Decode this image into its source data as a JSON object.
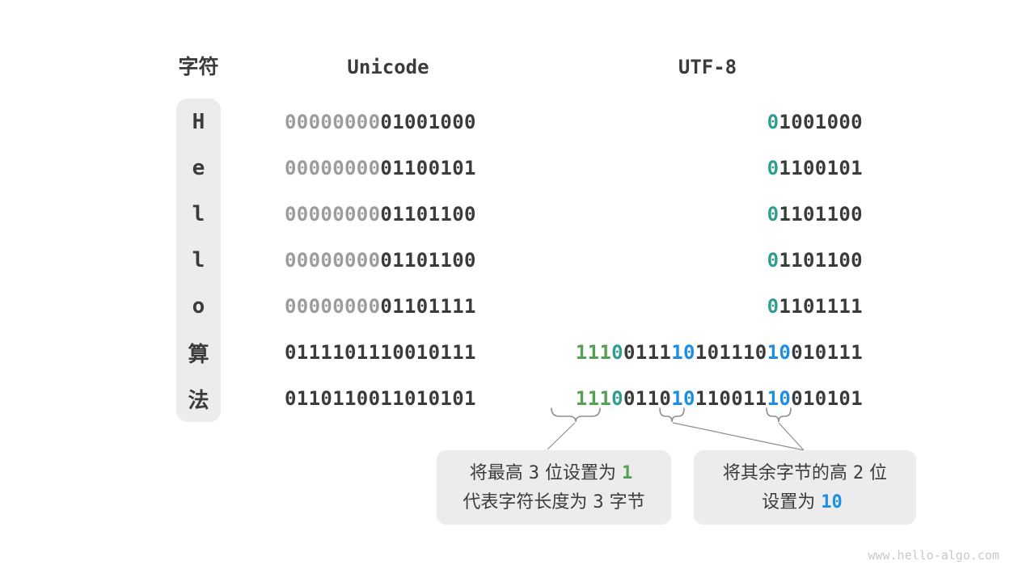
{
  "headers": {
    "char": "字符",
    "unicode": "Unicode",
    "utf8": "UTF-8"
  },
  "colors": {
    "dark": "#3B3B3B",
    "gray": "#9C9C9C",
    "green": "#55A052",
    "teal": "#2F9E8F",
    "blue": "#1E8EE3",
    "box_bg": "#ECECEC",
    "line": "#8E8E8E",
    "watermark": "#C9C9C9"
  },
  "rows": [
    {
      "char": "H",
      "unicode": [
        [
          [
            "00000000",
            "gray"
          ],
          [
            "01001000",
            "dark"
          ]
        ]
      ],
      "utf8": [
        [
          [
            "0",
            "teal"
          ],
          [
            "1001000",
            "dark"
          ]
        ]
      ]
    },
    {
      "char": "e",
      "unicode": [
        [
          [
            "00000000",
            "gray"
          ],
          [
            "01100101",
            "dark"
          ]
        ]
      ],
      "utf8": [
        [
          [
            "0",
            "teal"
          ],
          [
            "1100101",
            "dark"
          ]
        ]
      ]
    },
    {
      "char": "l",
      "unicode": [
        [
          [
            "00000000",
            "gray"
          ],
          [
            "01101100",
            "dark"
          ]
        ]
      ],
      "utf8": [
        [
          [
            "0",
            "teal"
          ],
          [
            "1101100",
            "dark"
          ]
        ]
      ]
    },
    {
      "char": "l",
      "unicode": [
        [
          [
            "00000000",
            "gray"
          ],
          [
            "01101100",
            "dark"
          ]
        ]
      ],
      "utf8": [
        [
          [
            "0",
            "teal"
          ],
          [
            "1101100",
            "dark"
          ]
        ]
      ]
    },
    {
      "char": "o",
      "unicode": [
        [
          [
            "00000000",
            "gray"
          ],
          [
            "01101111",
            "dark"
          ]
        ]
      ],
      "utf8": [
        [
          [
            "0",
            "teal"
          ],
          [
            "1101111",
            "dark"
          ]
        ]
      ]
    },
    {
      "char": "算",
      "unicode": [
        [
          [
            "01111011",
            "dark"
          ],
          [
            "10010111",
            "dark"
          ]
        ]
      ],
      "utf8": [
        [
          [
            "111",
            "green"
          ],
          [
            "0",
            "teal"
          ],
          [
            "0111",
            "dark"
          ]
        ],
        [
          [
            "10",
            "blue"
          ],
          [
            "101110",
            "dark"
          ]
        ],
        [
          [
            "10",
            "blue"
          ],
          [
            "010111",
            "dark"
          ]
        ]
      ]
    },
    {
      "char": "法",
      "unicode": [
        [
          [
            "01101100",
            "dark"
          ],
          [
            "11010101",
            "dark"
          ]
        ]
      ],
      "utf8": [
        [
          [
            "111",
            "green"
          ],
          [
            "0",
            "teal"
          ],
          [
            "0110",
            "dark"
          ]
        ],
        [
          [
            "10",
            "blue"
          ],
          [
            "110011",
            "dark"
          ]
        ],
        [
          [
            "10",
            "blue"
          ],
          [
            "010101",
            "dark"
          ]
        ]
      ]
    }
  ],
  "callouts": {
    "left": {
      "lines": [
        [
          {
            "t": "将最高",
            "c": "dark"
          },
          {
            "t": "3",
            "c": "dark",
            "num": true
          },
          {
            "t": "位设置为",
            "c": "dark"
          },
          {
            "t": "1",
            "c": "green",
            "num": true,
            "bold": true
          }
        ],
        [
          {
            "t": "代表字符长度为",
            "c": "dark"
          },
          {
            "t": "3",
            "c": "dark",
            "num": true
          },
          {
            "t": "字节",
            "c": "dark"
          }
        ]
      ]
    },
    "right": {
      "lines": [
        [
          {
            "t": "将其余字节的高",
            "c": "dark"
          },
          {
            "t": "2",
            "c": "dark",
            "num": true
          },
          {
            "t": "位",
            "c": "dark"
          }
        ],
        [
          {
            "t": "设置为",
            "c": "dark"
          },
          {
            "t": "10",
            "c": "blue",
            "num": true,
            "bold": true
          }
        ]
      ]
    }
  },
  "page": {
    "watermark": "www.hello-algo.com"
  }
}
